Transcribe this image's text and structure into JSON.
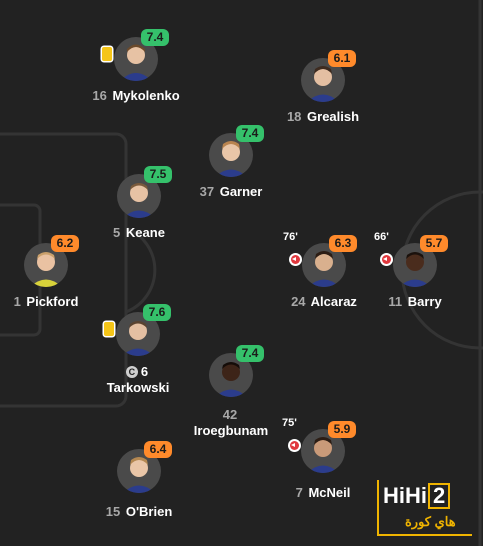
{
  "colors": {
    "background": "#222222",
    "pitch_lines": "#343434",
    "rating_green": "#35c16b",
    "rating_orange": "#ff8a2b",
    "yellow_card": "#f5c518",
    "sub_red": "#e0383e"
  },
  "players": [
    {
      "id": "mykolenko",
      "number": "16",
      "name": "Mykolenko",
      "rating": "7.4",
      "rating_color": "green",
      "yellow_card": true
    },
    {
      "id": "grealish",
      "number": "18",
      "name": "Grealish",
      "rating": "6.1",
      "rating_color": "orange"
    },
    {
      "id": "garner",
      "number": "37",
      "name": "Garner",
      "rating": "7.4",
      "rating_color": "green"
    },
    {
      "id": "keane",
      "number": "5",
      "name": "Keane",
      "rating": "7.5",
      "rating_color": "green"
    },
    {
      "id": "pickford",
      "number": "1",
      "name": "Pickford",
      "rating": "6.2",
      "rating_color": "orange"
    },
    {
      "id": "alcaraz",
      "number": "24",
      "name": "Alcaraz",
      "rating": "6.3",
      "rating_color": "orange",
      "sub_time": "76'"
    },
    {
      "id": "barry",
      "number": "11",
      "name": "Barry",
      "rating": "5.7",
      "rating_color": "orange",
      "sub_time": "66'"
    },
    {
      "id": "tarkowski",
      "number": "6",
      "name": "Tarkowski",
      "rating": "7.6",
      "rating_color": "green",
      "yellow_card": true,
      "captain": true,
      "captain_label": "C"
    },
    {
      "id": "iroegbunam",
      "number": "42",
      "name": "Iroegbunam",
      "rating": "7.4",
      "rating_color": "green"
    },
    {
      "id": "mcneil",
      "number": "7",
      "name": "McNeil",
      "rating": "5.9",
      "rating_color": "orange",
      "sub_time": "75'"
    },
    {
      "id": "obrien",
      "number": "15",
      "name": "O'Brien",
      "rating": "6.4",
      "rating_color": "orange"
    }
  ],
  "logo": {
    "brand": "HiHi",
    "brand_digit": "2",
    "arabic": "هاي كورة"
  }
}
